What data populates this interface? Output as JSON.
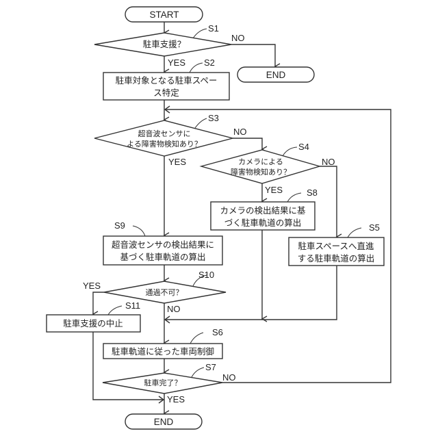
{
  "flowchart": {
    "start": "START",
    "end_top": "END",
    "end_bottom": "END",
    "steps": {
      "S1": {
        "id": "S1",
        "lines": [
          "駐車支援？"
        ]
      },
      "S2": {
        "id": "S2",
        "lines": [
          "駐車対象となる駐車スペー",
          "ス特定"
        ]
      },
      "S3": {
        "id": "S3",
        "lines": [
          "超音波センサに",
          "よる障害物検知あり？"
        ]
      },
      "S4": {
        "id": "S4",
        "lines": [
          "カメラによる",
          "障害物検知あり？"
        ]
      },
      "S5": {
        "id": "S5",
        "lines": [
          "駐車スペースへ直進",
          "する駐車軌道の算出"
        ]
      },
      "S6": {
        "id": "S6",
        "lines": [
          "駐車軌道に従った車両制御"
        ]
      },
      "S7": {
        "id": "S7",
        "lines": [
          "駐車完了？"
        ]
      },
      "S8": {
        "id": "S8",
        "lines": [
          "カメラの検出結果に基",
          "づく駐車軌道の算出"
        ]
      },
      "S9": {
        "id": "S9",
        "lines": [
          "超音波センサの検出結果に",
          "基づく駐車軌道の算出"
        ]
      },
      "S10": {
        "id": "S10",
        "lines": [
          "通過不可？"
        ]
      },
      "S11": {
        "id": "S11",
        "lines": [
          "駐車支援の中止"
        ]
      }
    },
    "branch_labels": {
      "s1_no": "NO",
      "s1_yes": "YES",
      "s3_no": "NO",
      "s3_yes": "YES",
      "s4_no": "NO",
      "s4_yes": "YES",
      "s10_yes": "YES",
      "s10_no": "NO",
      "s7_no": "NO",
      "s7_yes": "YES"
    }
  }
}
